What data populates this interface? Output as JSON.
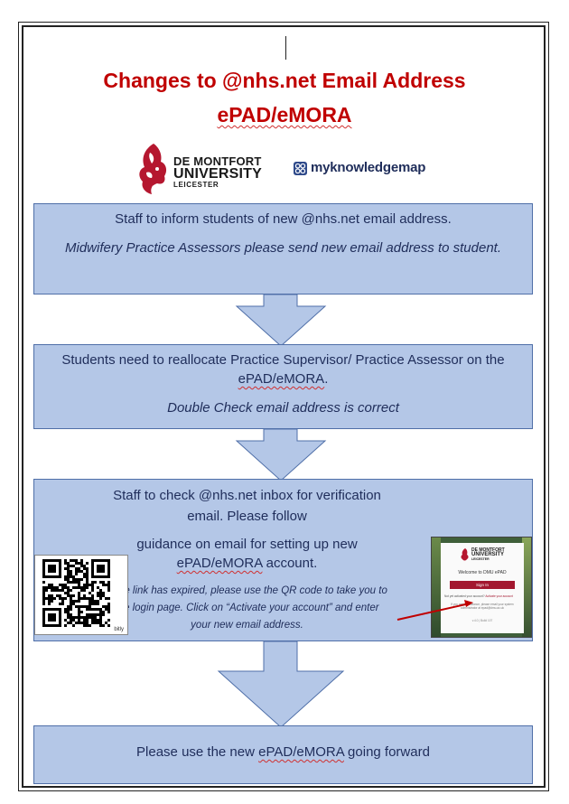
{
  "title": {
    "line1": "Changes to @nhs.net Email Address",
    "line2": "ePAD/eMORA"
  },
  "logos": {
    "dmu": {
      "line1": "DE MONTFORT",
      "line2": "UNIVERSITY",
      "line3": "LEICESTER",
      "icon": "dmu-griffin-icon"
    },
    "mkm": {
      "text": "myknowledgemap",
      "icon": "mkm-logo-icon"
    }
  },
  "step1": {
    "line1": "Staff to inform students of new @nhs.net email address.",
    "line2": "Midwifery Practice Assessors please send new email address to student."
  },
  "step2": {
    "line1": "Students need to reallocate Practice Supervisor/ Practice Assessor on the",
    "line2": "ePAD/eMORA",
    "line2_suffix": ".",
    "line3": "Double Check email address is correct"
  },
  "step3": {
    "line1": "Staff to check @nhs.net inbox for verification",
    "line2": "email. Please follow",
    "line3": "guidance on email for setting up new",
    "line4": "ePAD/eMORA",
    "line4_suffix": " account.",
    "note1": "If the link has expired, please use the QR code to take you to",
    "note2": "the login page. Click on “Activate your account” and enter",
    "note3": "your new email address.",
    "qr_caption": "bitly",
    "screenshot": {
      "brand1": "DE MONTFORT",
      "brand2": "UNIVERSITY",
      "brand3": "LEICESTER",
      "welcome": "Welcome to DMU ePAD",
      "button": "Sign In",
      "activate_prefix": "Not yet activated your account?",
      "activate_link": "Activate your account",
      "help": "If you need assistance, please email your system administrator at epad@dmu.ac.uk",
      "footer": "v.4.0 | Build 107"
    }
  },
  "step4": {
    "prefix": "Please use the new ",
    "highlight": "ePAD/eMORA",
    "suffix": " going forward"
  },
  "colors": {
    "title_red": "#c00000",
    "box_fill": "#b4c7e7",
    "box_border": "#4f6fa8",
    "text_navy": "#1f2d5a",
    "dmu_red": "#b5172f"
  }
}
